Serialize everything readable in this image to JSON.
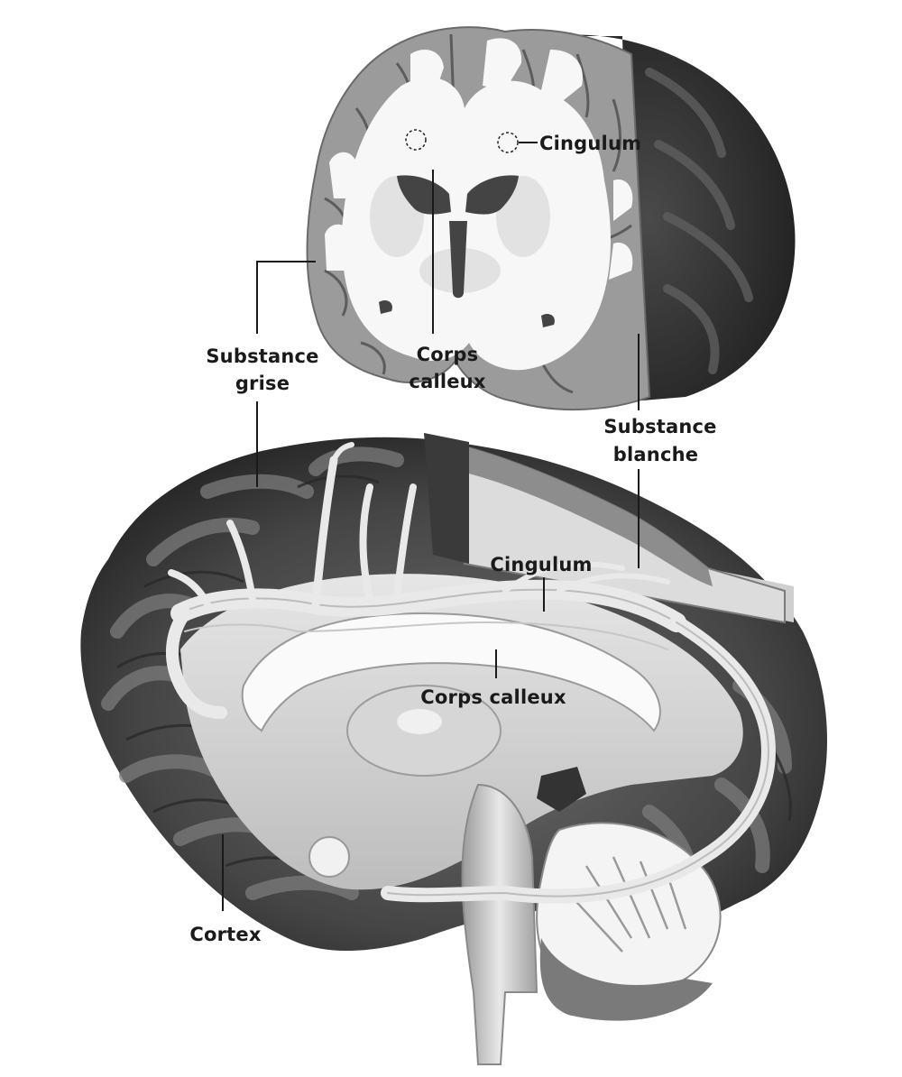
{
  "labels": {
    "cingulum_top": "Cingulum",
    "corps_calleux_top_1": "Corps",
    "corps_calleux_top_2": "calleux",
    "substance_grise_1": "Substance",
    "substance_grise_2": "grise",
    "substance_blanche_1": "Substance",
    "substance_blanche_2": "blanche",
    "cingulum_bottom": "Cingulum",
    "corps_calleux_bottom": "Corps calleux",
    "cortex": "Cortex"
  }
}
